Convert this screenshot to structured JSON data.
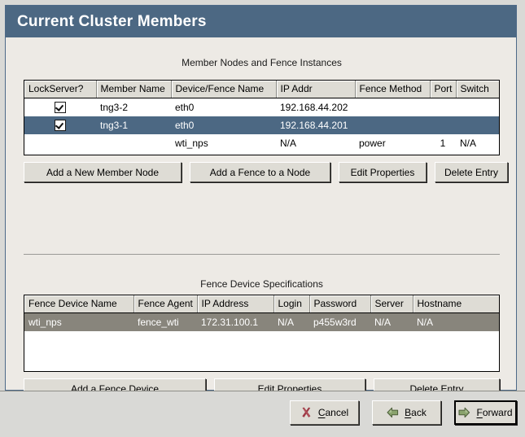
{
  "window": {
    "title": "Current Cluster Members"
  },
  "members_section": {
    "caption": "Member Nodes and Fence Instances",
    "columns": [
      "LockServer?",
      "Member Name",
      "Device/Fence Name",
      "IP Addr",
      "Fence Method",
      "Port",
      "Switch"
    ],
    "rows": [
      {
        "selected": false,
        "lockserver_checked": true,
        "member_name": "tng3-2",
        "device_fence_name": "eth0",
        "ip_addr": "192.168.44.202",
        "fence_method": "",
        "port": "",
        "switch": ""
      },
      {
        "selected": true,
        "lockserver_checked": true,
        "member_name": "tng3-1",
        "device_fence_name": "eth0",
        "ip_addr": "192.168.44.201",
        "fence_method": "",
        "port": "",
        "switch": ""
      },
      {
        "selected": false,
        "lockserver_checked": false,
        "member_name": "",
        "device_fence_name": "wti_nps",
        "ip_addr": "N/A",
        "fence_method": "power",
        "port": "1",
        "switch": "N/A"
      }
    ],
    "buttons": {
      "add_member": "Add a New Member Node",
      "add_fence": "Add a Fence to a Node",
      "edit_properties": "Edit Properties",
      "delete_entry": "Delete Entry"
    }
  },
  "fence_section": {
    "caption": "Fence Device Specifications",
    "columns": [
      "Fence Device Name",
      "Fence Agent",
      "IP Address",
      "Login",
      "Password",
      "Server",
      "Hostname"
    ],
    "rows": [
      {
        "selected": true,
        "fence_device_name": "wti_nps",
        "fence_agent": "fence_wti",
        "ip_address": "172.31.100.1",
        "login": "N/A",
        "password": "p455w3rd",
        "server": "N/A",
        "hostname": "N/A"
      }
    ],
    "buttons": {
      "add_fence_device": "Add a Fence Device",
      "edit_properties": "Edit Properties",
      "delete_entry": "Delete Entry"
    }
  },
  "footer": {
    "cancel": {
      "label": "Cancel",
      "mnemonic": "C",
      "icon": "cancel-x-icon"
    },
    "back": {
      "label": "Back",
      "mnemonic": "B",
      "icon": "arrow-left-icon"
    },
    "forward": {
      "label": "Forward",
      "mnemonic": "F",
      "icon": "arrow-right-icon",
      "focused": true
    }
  },
  "colors": {
    "titlebar": "#4c6883",
    "selection_active": "#4c6883",
    "selection_inactive": "#88857c",
    "panel_background": "#edeae5",
    "button_face": "#dedcd5",
    "cancel_icon": "#9e3a46",
    "arrow_icon": "#7f9a63"
  }
}
